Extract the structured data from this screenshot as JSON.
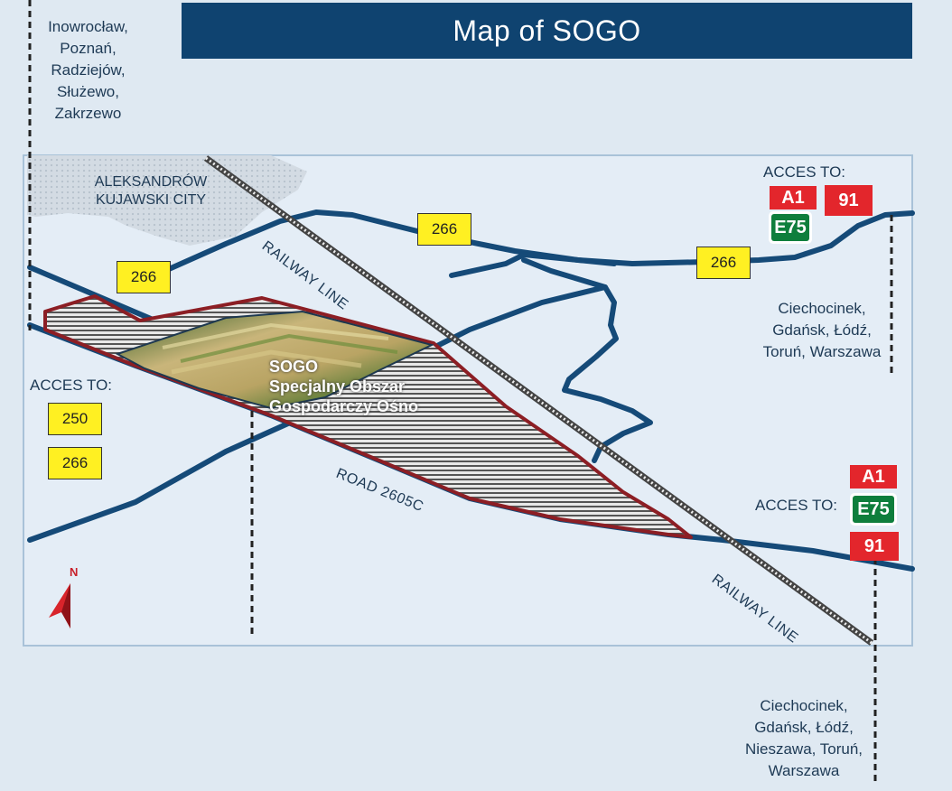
{
  "header": {
    "title": "Map of SOGO"
  },
  "city": {
    "name_line1": "ALEKSANDRÓW",
    "name_line2": "KUJAWSKI CITY"
  },
  "destinations": {
    "top_left": [
      "Inowrocław,",
      "Poznań,",
      "Radziejów,",
      "Służewo,",
      "Zakrzewo"
    ],
    "right_middle": [
      "Ciechocinek,",
      "Gdańsk, Łódź,",
      "Toruń, Warszawa"
    ],
    "bottom_right": [
      "Ciechocinek,",
      "Gdańsk, Łódź,",
      "Nieszawa, Toruń,",
      "Warszawa"
    ]
  },
  "access": {
    "label": "ACCES TO:",
    "left_roads": [
      "250",
      "266"
    ],
    "top_right": {
      "a1": "A1",
      "e75": "E75",
      "r91": "91"
    },
    "bottom_right": {
      "a1": "A1",
      "e75": "E75",
      "r91": "91"
    }
  },
  "road_shields": [
    "266",
    "266",
    "266"
  ],
  "road_labels": {
    "railway_top": "RAILWAY LINE",
    "railway_bottom": "RAILWAY LINE",
    "road": "ROAD 2605C"
  },
  "zone": {
    "line1": "SOGO",
    "line2": "Specjalny Obszar",
    "line3": "Gospodarczy Ośno"
  },
  "compass": {
    "label": "N"
  },
  "colors": {
    "header": "#0f4370",
    "road": "#154a78",
    "zone_border": "#8c1e24",
    "shield_yellow": "#fff022",
    "badge_red": "#e3262c",
    "badge_green": "#0e7e3c"
  }
}
